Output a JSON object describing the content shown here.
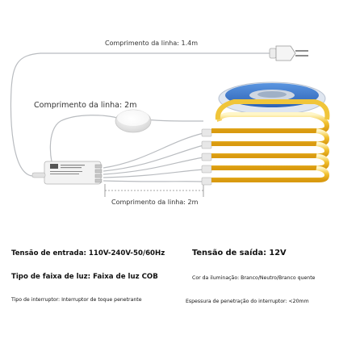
{
  "captions": {
    "cable_top": "Comprimento da linha: 1.4m",
    "cable_middle": "Comprimento da linha: 2m",
    "cable_bottom": "Comprimento da linha: 2m"
  },
  "specs": {
    "input_voltage": "Tensão de entrada: 110V-240V-50/60Hz",
    "output_voltage": "Tensão de saída: 12V",
    "strip_type": "Tipo de faixa de luz: Faixa de luz COB",
    "light_color": "Cor da iluminação: Branco/Neutro/Branco quente",
    "switch_type": "Tipo de interruptor: Interruptor de toque penetrante",
    "switch_thickness": "Espessura de penetração do interruptor: <20mm"
  },
  "colors": {
    "strip_yellow": "#f2c230",
    "reel_blue": "#3f7fd0",
    "cable": "#b9bcc0",
    "controller_white": "#f3f3f3"
  },
  "icons": [
    "eu-power-plug-icon",
    "touch-switch-icon",
    "controller-box-icon",
    "led-strip-reel-icon"
  ]
}
